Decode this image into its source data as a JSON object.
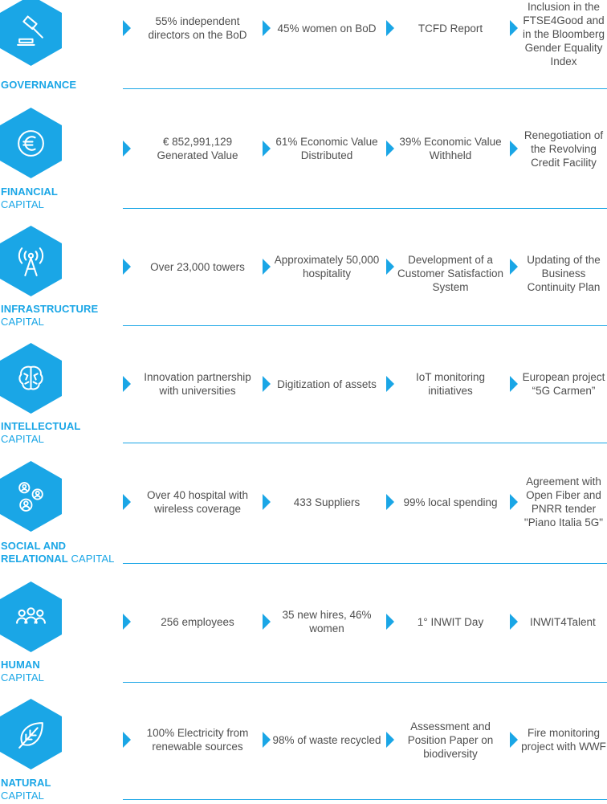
{
  "accent_color": "#1aa6e6",
  "rows": [
    {
      "id": "governance",
      "icon": "gavel-icon",
      "label_bold": "GOVERNANCE",
      "label_rest": "",
      "items": [
        "55% independent directors on the BoD",
        "45% women on BoD",
        "TCFD Report",
        "Inclusion in the FTSE4Good and in the Bloomberg Gender Equality Index"
      ]
    },
    {
      "id": "financial",
      "icon": "euro-icon",
      "label_bold": "FINANCIAL",
      "label_rest": "CAPITAL",
      "items": [
        "€ 852,991,129 Generated Value",
        "61% Economic Value Distributed",
        "39% Economic Value Withheld",
        "Renegotiation of the Revolving Credit Facility"
      ]
    },
    {
      "id": "infrastructure",
      "icon": "antenna-tower-icon",
      "label_bold": "INFRASTRUCTURE",
      "label_rest": "CAPITAL",
      "items": [
        "Over 23,000 towers",
        "Approximately 50,000 hospitality",
        "Development of a Customer Satisfaction System",
        "Updating of the Business Continuity Plan"
      ]
    },
    {
      "id": "intellectual",
      "icon": "brain-icon",
      "label_bold": "INTELLECTUAL",
      "label_rest": "CAPITAL",
      "items": [
        "Innovation partnership with universities",
        "Digitization of assets",
        "IoT monitoring initiatives",
        "European project “5G Carmen”"
      ]
    },
    {
      "id": "social",
      "icon": "people-network-icon",
      "label_bold": "SOCIAL AND RELATIONAL",
      "label_rest": "CAPITAL",
      "items": [
        "Over 40 hospital with wireless coverage",
        "433 Suppliers",
        "99% local spending",
        "Agreement with Open Fiber and PNRR tender \"Piano Italia 5G\""
      ]
    },
    {
      "id": "human",
      "icon": "group-icon",
      "label_bold": "HUMAN",
      "label_rest": "CAPITAL",
      "items": [
        "256 employees",
        "35 new hires, 46% women",
        "1° INWIT Day",
        "INWIT4Talent"
      ]
    },
    {
      "id": "natural",
      "icon": "leaf-icon",
      "label_bold": "NATURAL",
      "label_rest": "CAPITAL",
      "items": [
        "100% Electricity from renewable sources",
        "98% of waste recycled",
        "Assessment and Position Paper on biodiversity",
        "Fire monitoring project with WWF"
      ]
    }
  ]
}
